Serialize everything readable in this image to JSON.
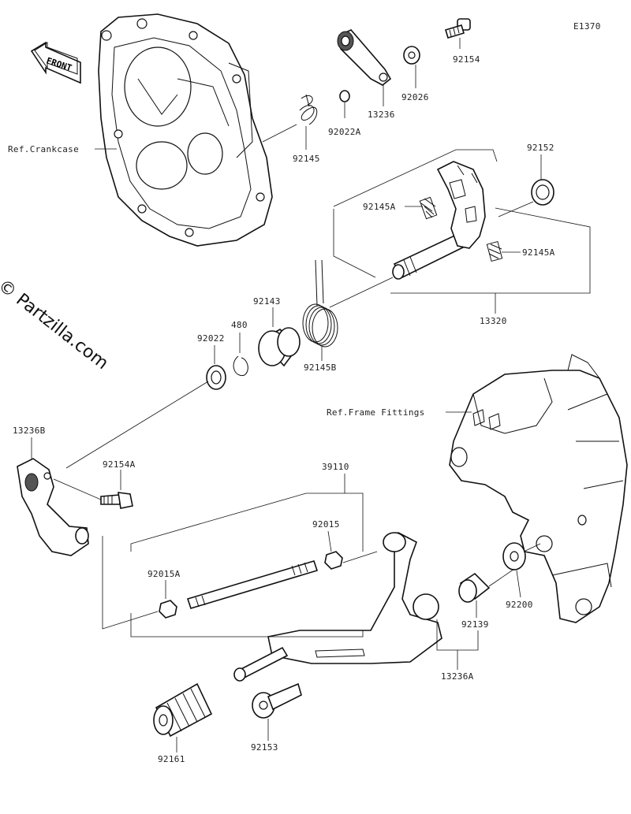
{
  "diagram_code": "E1370",
  "front_label": "FRONT",
  "watermark": "© Partzilla.com",
  "labels": {
    "ref_crankcase": "Ref.Crankcase",
    "ref_frame_fittings": "Ref.Frame Fittings",
    "p92154": "92154",
    "p92026": "92026",
    "p13236": "13236",
    "p92022A": "92022A",
    "p92145": "92145",
    "p92152": "92152",
    "p92145A_1": "92145A",
    "p92145A_2": "92145A",
    "p13320": "13320",
    "p92143": "92143",
    "p480": "480",
    "p92022": "92022",
    "p92145B": "92145B",
    "p13236B": "13236B",
    "p92154A": "92154A",
    "p39110": "39110",
    "p92015": "92015",
    "p92015A": "92015A",
    "p92139": "92139",
    "p92200": "92200",
    "p13236A": "13236A",
    "p92161": "92161",
    "p92153": "92153"
  }
}
